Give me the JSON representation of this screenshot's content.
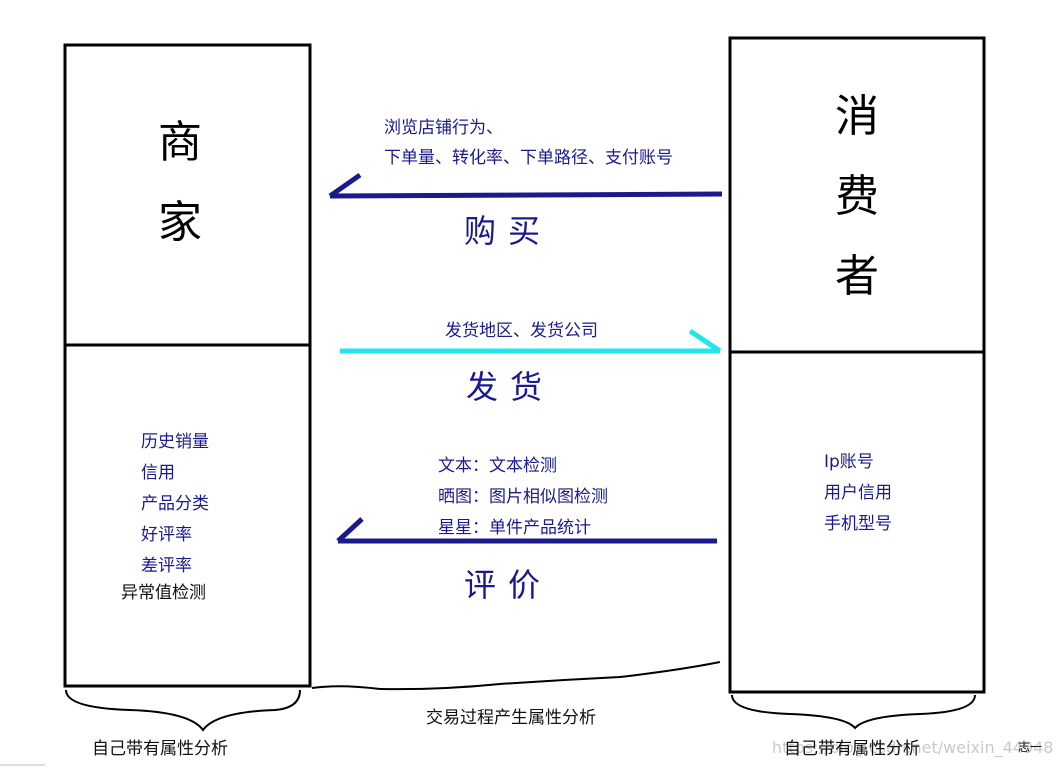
{
  "merchant": {
    "title_chars": [
      "商",
      "家"
    ],
    "attributes": [
      "历史销量",
      "信用",
      "产品分类",
      "好评率",
      "差评率"
    ],
    "anomaly": "异常值检测",
    "brace_label": "自己带有属性分析"
  },
  "consumer": {
    "title_chars": [
      "消",
      "费",
      "者"
    ],
    "attributes": [
      "Ip账号",
      "用户信用",
      "手机型号"
    ],
    "brace_label": "自己带有属性分析"
  },
  "flows": {
    "buy": {
      "action": "购买",
      "lines": [
        "浏览店铺行为、",
        "下单量、转化率、下单路径、支付账号"
      ],
      "color": "#1a1a8c"
    },
    "ship": {
      "action": "发货",
      "lines": [
        "发货地区、发货公司"
      ],
      "color": "#22e6ee"
    },
    "review": {
      "action": "评价",
      "lines": [
        "文本：文本检测",
        "晒图：图片相似图检测",
        "星星：单件产品统计"
      ],
      "color": "#1a1a8c"
    }
  },
  "transaction_label": "交易过程产生属性分析",
  "watermark": "https://blog.csdn.net/weixin_44948",
  "corner_text": "志一"
}
